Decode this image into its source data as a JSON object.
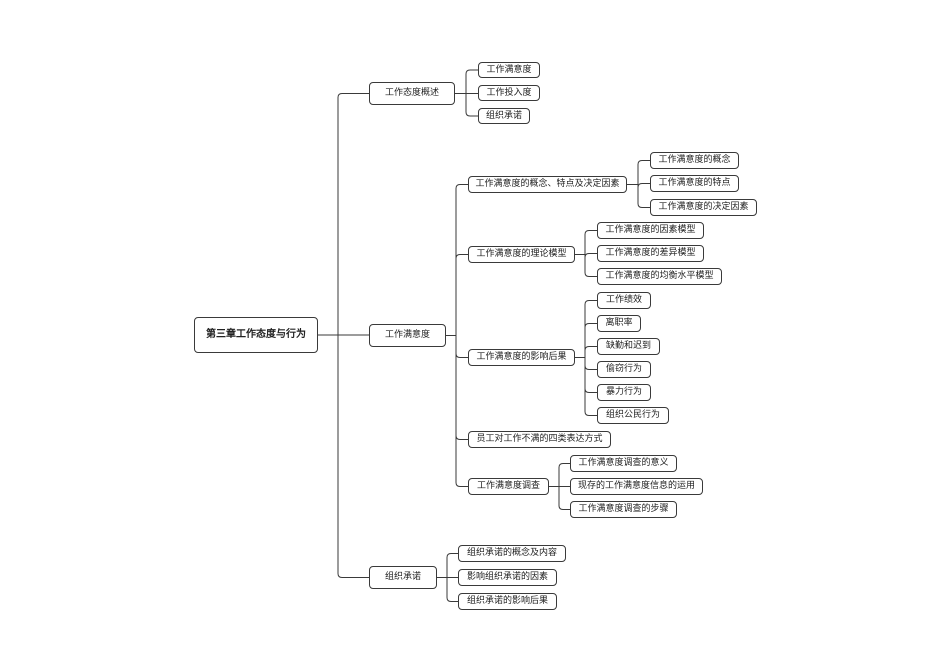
{
  "root": "第三章工作态度与行为",
  "overview": {
    "label": "工作态度概述",
    "items": [
      "工作满意度",
      "工作投入度",
      "组织承诺"
    ]
  },
  "satisfaction": {
    "label": "工作满意度",
    "concept": {
      "label": "工作满意度的概念、特点及决定因素",
      "items": [
        "工作满意度的概念",
        "工作满意度的特点",
        "工作满意度的决定因素"
      ]
    },
    "theory": {
      "label": "工作满意度的理论模型",
      "items": [
        "工作满意度的因素模型",
        "工作满意度的差异模型",
        "工作满意度的均衡水平模型"
      ]
    },
    "effects": {
      "label": "工作满意度的影响后果",
      "items": [
        "工作绩效",
        "离职率",
        "缺勤和迟到",
        "偷窃行为",
        "暴力行为",
        "组织公民行为"
      ]
    },
    "four_ways": "员工对工作不满的四类表达方式",
    "survey": {
      "label": "工作满意度调查",
      "items": [
        "工作满意度调查的意义",
        "现存的工作满意度信息的运用",
        "工作满意度调查的步骤"
      ]
    }
  },
  "commitment": {
    "label": "组织承诺",
    "items": [
      "组织承诺的概念及内容",
      "影响组织承诺的因素",
      "组织承诺的影响后果"
    ]
  }
}
